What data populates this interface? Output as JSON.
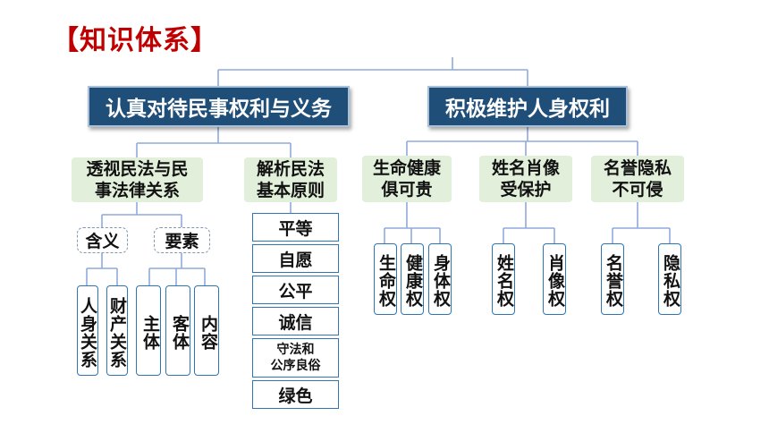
{
  "title": "【知识体系】",
  "branch_left": {
    "label": "认真对待民事权利与义务",
    "sub1": {
      "label": "透视民法与民\n事法律关系",
      "han_yi": {
        "label": "含义",
        "items": [
          "人身关系",
          "财产关系"
        ]
      },
      "yao_su": {
        "label": "要素",
        "items": [
          "主体",
          "客体",
          "内容"
        ]
      }
    },
    "sub2": {
      "label": "解析民法\n基本原则",
      "items": [
        "平等",
        "自愿",
        "公平",
        "诚信",
        "守法和\n公序良俗",
        "绿色"
      ]
    }
  },
  "branch_right": {
    "label": "积极维护人身权利",
    "groups": [
      {
        "label": "生命健康\n俱可贵",
        "items": [
          "生命权",
          "健康权",
          "身体权"
        ]
      },
      {
        "label": "姓名肖像\n受保护",
        "items": [
          "姓名权",
          "肖像权"
        ]
      },
      {
        "label": "名誉隐私\n不可侵",
        "items": [
          "名誉权",
          "隐私权"
        ]
      }
    ]
  },
  "colors": {
    "title": "#c00000",
    "navy": "#1f4e79",
    "green": "#e2efda",
    "line": "#8faadc",
    "box_border": "#2e75b6"
  }
}
